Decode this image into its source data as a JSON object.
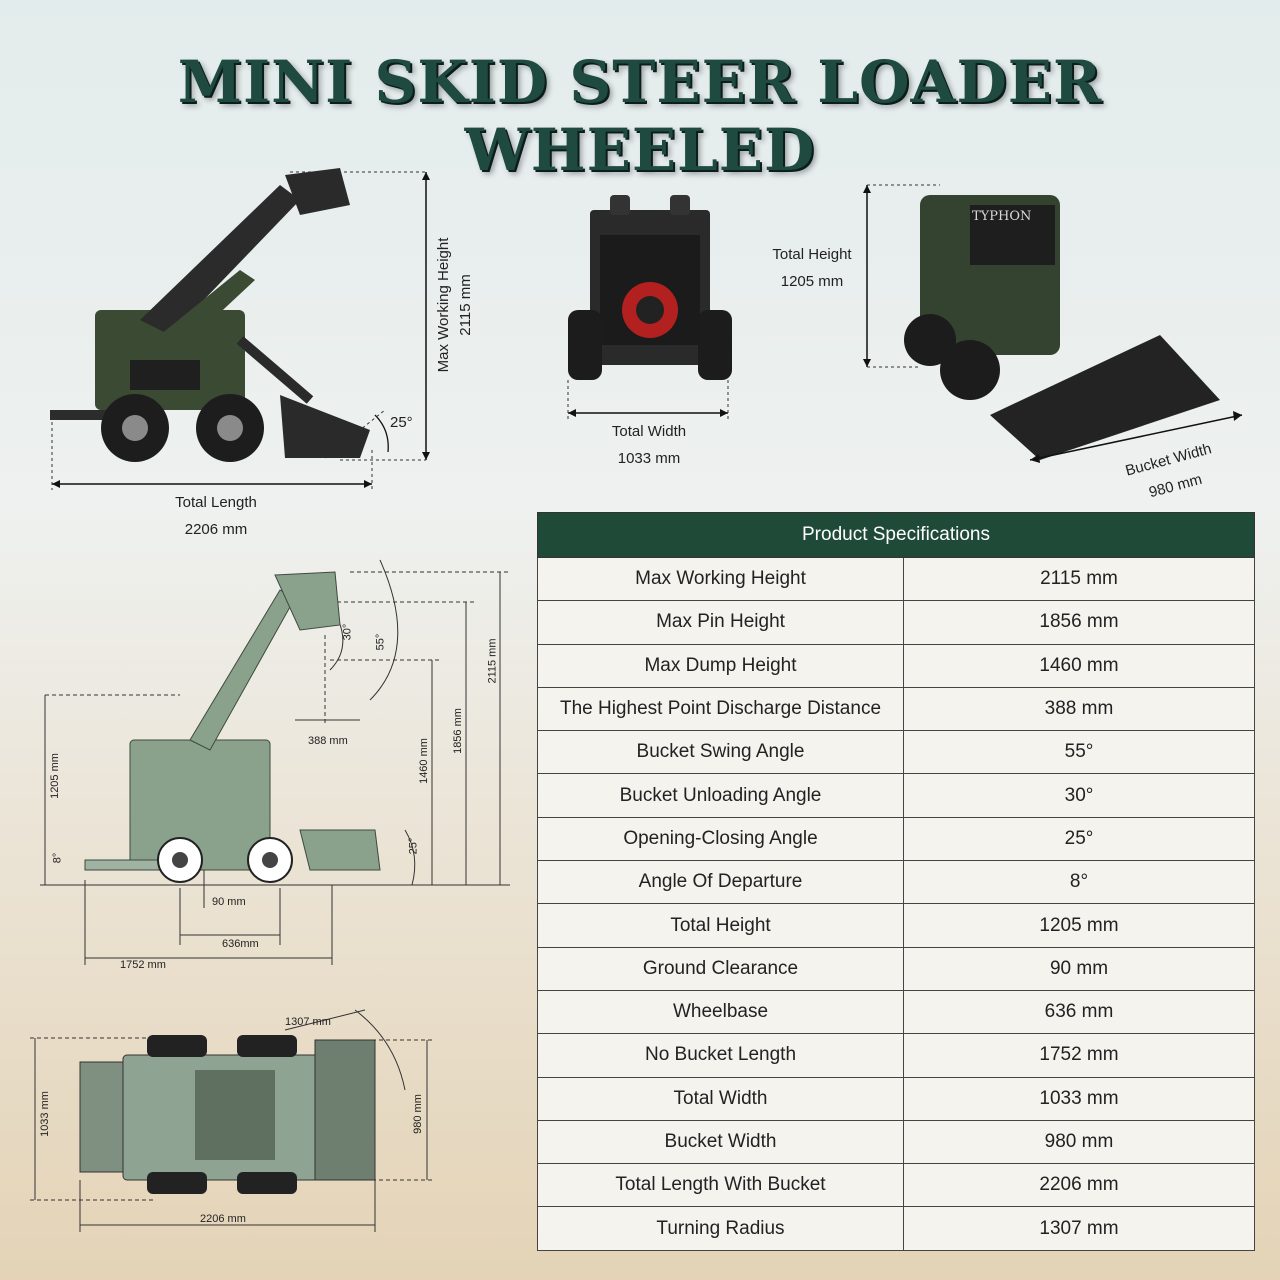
{
  "title": "MINI SKID STEER LOADER WHEELED",
  "photos": {
    "side": {
      "length_label": "Total Length",
      "length_value": "2206 mm",
      "height_label": "Max Working Height",
      "height_value": "2115 mm",
      "angle": "25°"
    },
    "front": {
      "width_label": "Total Width",
      "width_value": "1033 mm"
    },
    "persp": {
      "height_label": "Total Height",
      "height_value": "1205 mm",
      "bucket_label": "Bucket Width",
      "bucket_value": "980 mm",
      "brand": "TYPHON"
    }
  },
  "side_drawing": {
    "h1205": "1205  mm",
    "a8": "8°",
    "d90": "90 mm",
    "d636": "636mm",
    "d1752": "1752 mm",
    "d388": "388 mm",
    "a30": "30°",
    "a55": "55°",
    "h1460": "1460 mm",
    "h1856": "1856 mm",
    "h2115": "2115 mm",
    "a25": "25°"
  },
  "top_drawing": {
    "d1307": "1307 mm",
    "d1033": "1033 mm",
    "d980": "980 mm",
    "d2206": "2206 mm"
  },
  "specs": {
    "header": "Product Specifications",
    "rows": [
      {
        "name": "Max Working Height",
        "value": "2115 mm"
      },
      {
        "name": "Max Pin Height",
        "value": "1856 mm"
      },
      {
        "name": "Max Dump Height",
        "value": "1460 mm"
      },
      {
        "name": "The Highest Point Discharge Distance",
        "value": "388 mm"
      },
      {
        "name": "Bucket Swing Angle",
        "value": "55°"
      },
      {
        "name": "Bucket Unloading Angle",
        "value": "30°"
      },
      {
        "name": "Opening-Closing Angle",
        "value": "25°"
      },
      {
        "name": "Angle Of Departure",
        "value": "8°"
      },
      {
        "name": "Total Height",
        "value": "1205 mm"
      },
      {
        "name": "Ground Clearance",
        "value": "90 mm"
      },
      {
        "name": "Wheelbase",
        "value": "636 mm"
      },
      {
        "name": "No Bucket Length",
        "value": "1752 mm"
      },
      {
        "name": "Total Width",
        "value": "1033 mm"
      },
      {
        "name": "Bucket Width",
        "value": "980 mm"
      },
      {
        "name": "Total Length With Bucket",
        "value": "2206 mm"
      },
      {
        "name": "Turning Radius",
        "value": "1307 mm"
      }
    ]
  }
}
